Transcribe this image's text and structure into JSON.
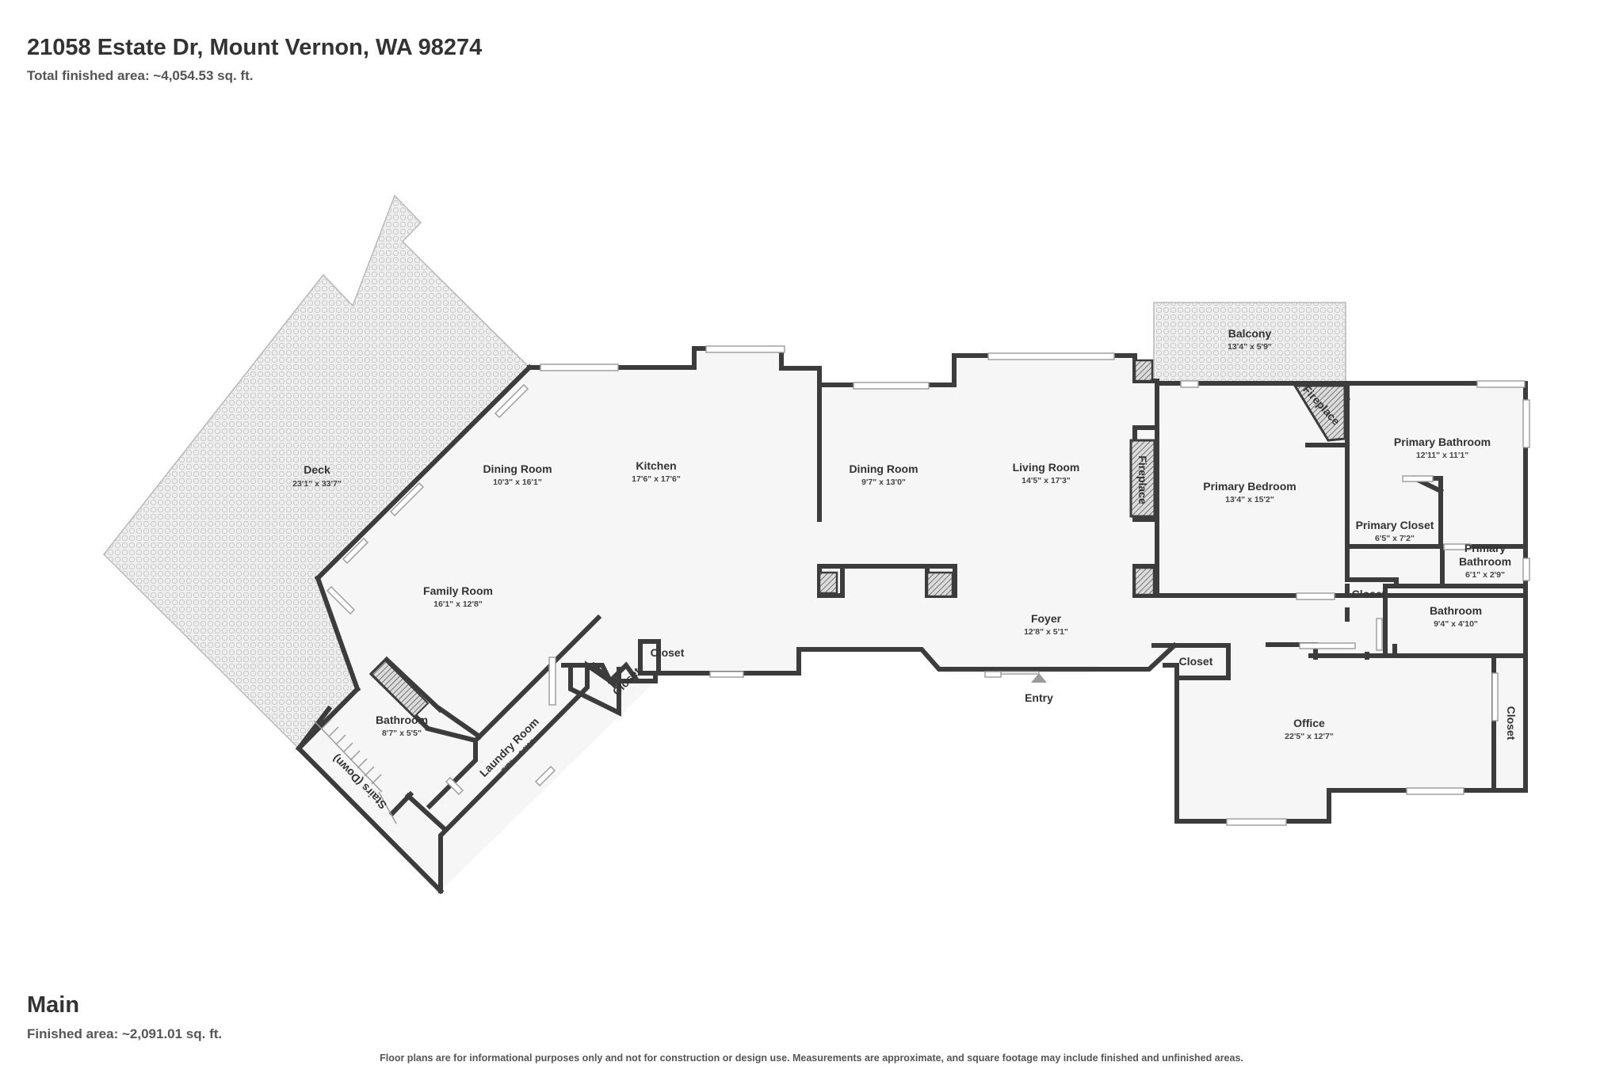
{
  "header": {
    "address": "21058 Estate Dr, Mount Vernon, WA 98274",
    "total_area": "Total finished area: ~4,054.53 sq. ft."
  },
  "floor": {
    "name": "Main",
    "area": "Finished area: ~2,091.01 sq. ft."
  },
  "disclaimer": "Floor plans are for informational purposes only and not for construction or design use. Measurements are approximate, and square footage may include finished and unfinished areas.",
  "rooms": {
    "deck": {
      "name": "Deck",
      "dims": "23'1\" x 33'7\""
    },
    "dining_room_west": {
      "name": "Dining Room",
      "dims": "10'3\" x 16'1\""
    },
    "kitchen": {
      "name": "Kitchen",
      "dims": "17'6\" x 17'6\""
    },
    "dining_room_east": {
      "name": "Dining Room",
      "dims": "9'7\" x 13'0\""
    },
    "living_room": {
      "name": "Living Room",
      "dims": "14'5\" x 17'3\""
    },
    "fireplace_living": {
      "name": "Fireplace"
    },
    "balcony": {
      "name": "Balcony",
      "dims": "13'4\" x 5'9\""
    },
    "fireplace_bedroom": {
      "name": "Fireplace"
    },
    "primary_bedroom": {
      "name": "Primary Bedroom",
      "dims": "13'4\" x 15'2\""
    },
    "primary_bathroom": {
      "name": "Primary Bathroom",
      "dims": "12'11\" x 11'1\""
    },
    "primary_closet": {
      "name": "Primary Closet",
      "dims": "6'5\" x 7'2\""
    },
    "primary_bathroom_small": {
      "name_line1": "Primary",
      "name_line2": "Bathroom",
      "dims": "6'1\" x 2'9\""
    },
    "family_room": {
      "name": "Family Room",
      "dims": "16'1\" x 12'8\""
    },
    "foyer": {
      "name": "Foyer",
      "dims": "12'8\" x 5'1\""
    },
    "closet_kitchen": {
      "name": "Closet"
    },
    "closet_laundry": {
      "name": "Closet"
    },
    "closet_entry": {
      "name": "Closet"
    },
    "closet_hall": {
      "name": "Closet"
    },
    "closet_office": {
      "name": "Closet"
    },
    "bathroom_east": {
      "name": "Bathroom",
      "dims": "9'4\" x 4'10\""
    },
    "bathroom_west": {
      "name": "Bathroom",
      "dims": "8'7\" x 5'5\""
    },
    "laundry_room": {
      "name": "Laundry Room",
      "dims": "5'7\" x 14'1\""
    },
    "stairs": {
      "name": "Stairs (Down)"
    },
    "office": {
      "name": "Office",
      "dims": "22'5\" x 12'7\""
    }
  },
  "entry_label": "Entry",
  "colors": {
    "wall": "#3c3c3c",
    "interior_fill": "#f6f6f6",
    "deck_fill": "#ececec"
  }
}
